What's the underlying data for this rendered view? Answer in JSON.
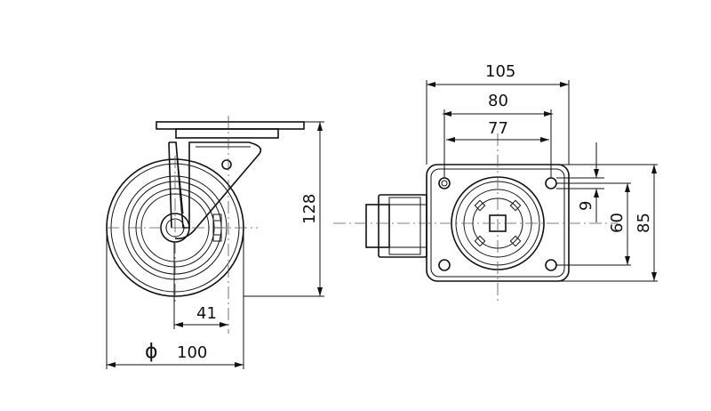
{
  "dimensions": {
    "side_offset": "41",
    "wheel_diameter_symbol": "ϕ",
    "wheel_diameter": "100",
    "overall_height": "128",
    "plate_width": "105",
    "hole_spacing_outer": "80",
    "hole_spacing_inner": "77",
    "hole_diameter": "9",
    "hole_spacing_vertical": "60",
    "plate_length": "85"
  }
}
